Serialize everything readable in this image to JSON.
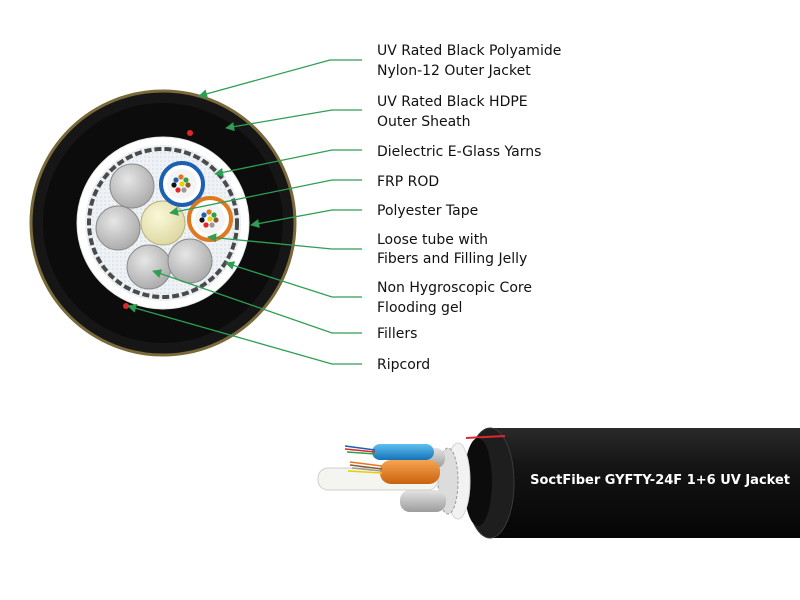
{
  "diagram": {
    "labels": [
      {
        "id": "outer-jacket",
        "lines": [
          "UV Rated Black Polyamide",
          "Nylon-12 Outer Jacket"
        ]
      },
      {
        "id": "outer-sheath",
        "lines": [
          "UV Rated Black HDPE",
          "Outer Sheath"
        ]
      },
      {
        "id": "eglass-yarns",
        "lines": [
          "Dielectric E-Glass Yarns"
        ]
      },
      {
        "id": "frp-rod",
        "lines": [
          "FRP ROD"
        ]
      },
      {
        "id": "polyester-tape",
        "lines": [
          "Polyester Tape"
        ]
      },
      {
        "id": "loose-tube",
        "lines": [
          "Loose tube with",
          "Fibers and Filling Jelly"
        ]
      },
      {
        "id": "flooding-gel",
        "lines": [
          "Non Hygroscopic Core",
          "Flooding gel"
        ]
      },
      {
        "id": "fillers",
        "lines": [
          "Fillers"
        ]
      },
      {
        "id": "ripcord",
        "lines": [
          "Ripcord"
        ]
      }
    ],
    "product_label": "SoctFiber GYFTY-24F 1+6 UV Jacket"
  },
  "colors": {
    "leader_line": "#2e9e55",
    "jacket": "#161616",
    "jacket_rim": "#7a6a3a",
    "ripcord": "#e0262b",
    "tube_blue": "#1d5fb0",
    "tube_orange": "#e07820",
    "filler": "#c9c9c9",
    "frp_rod": "#f0ecb4"
  }
}
